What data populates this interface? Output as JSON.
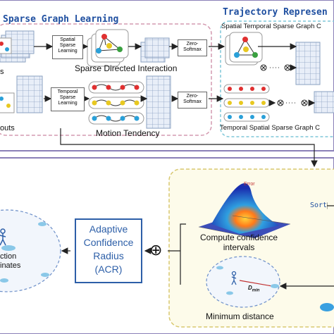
{
  "top": {
    "sparse_title": "Sparse Graph Learning",
    "trajectory_title": "Trajectory Represen",
    "left_label_1": "s",
    "left_label_2": "outs",
    "spatial_sparse": "Spatial\nSparse\nLearning",
    "temporal_sparse": "Temporal\nSparse\nLearning",
    "zero_softmax_1": "Zero-\nSoftmax",
    "zero_softmax_2": "Zero-\nSoftmax",
    "sparse_directed": "Sparse Directed Interaction",
    "motion_tendency": "Motion Tendency",
    "spatial_temporal_cut": "Spatial Temporal Sparse Graph C",
    "temporal_spatial_cut": "Temporal Spatial Sparse Graph C"
  },
  "bottom": {
    "error_label": "Error",
    "sort_label": "Sort",
    "acr_label": "Adaptive\nConfidence\nRadius\n(ACR)",
    "compute_label": "Compute confidence\nintervals",
    "dmin_label": "D",
    "dmin_sub": "min",
    "min_distance": "Minimum distance",
    "prediction_label": "ction\ninates",
    "oplus": "⊕"
  },
  "colors": {
    "title_blue": "#1f4fa0",
    "dash_pink": "#d49ab0",
    "frame_purple": "#8a80b8",
    "acr_blue": "#2d5fa8"
  }
}
